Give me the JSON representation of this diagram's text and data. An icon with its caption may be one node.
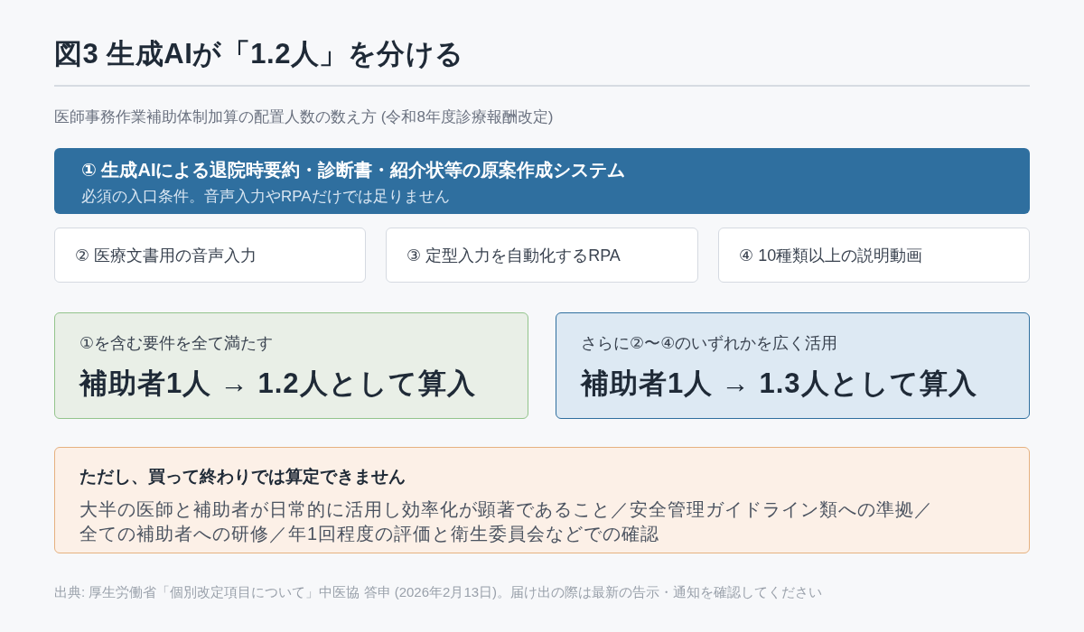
{
  "diagram": {
    "title": "図3 生成AIが「1.2人」を分ける",
    "caption": "出典: 厚生労働省「個別改定項目について」中医協 答申 (2026年2月13日)。届け出の際は最新の告示・通知を確認してください",
    "nodes": [
      {
        "text": [
          "① 生成AIによる退院時要約・診断書・紹介状等の原案作成システム",
          "必須の入口条件。音声入力やRPAだけでは足りません"
        ]
      },
      {
        "text": [
          "② 医療文書用の音声入力"
        ]
      },
      {
        "text": [
          "③ 定型入力を自動化するRPA"
        ]
      },
      {
        "text": [
          "④ 10種類以上の説明動画"
        ]
      },
      {
        "text": [
          "①を含む要件を全て満たす",
          "補助者1人 → 1.2人として算入"
        ]
      },
      {
        "text": [
          "さらに②〜④のいずれかを広く活用",
          "補助者1人 → 1.3人として算入"
        ]
      },
      {
        "text": [
          "ただし、買って終わりでは算定できません",
          "大半の医師と補助者が日常的に活用し効率化が顕著であること／安全管理ガイドライン類への準拠／全ての補助者への研修／年1回程度の評価と衛生委員会などでの確認"
        ]
      }
    ],
    "labels": [
      "医師事務作業補助体制加算の配置人数の数え方 (令和8年度診療報酬改定)"
    ]
  }
}
